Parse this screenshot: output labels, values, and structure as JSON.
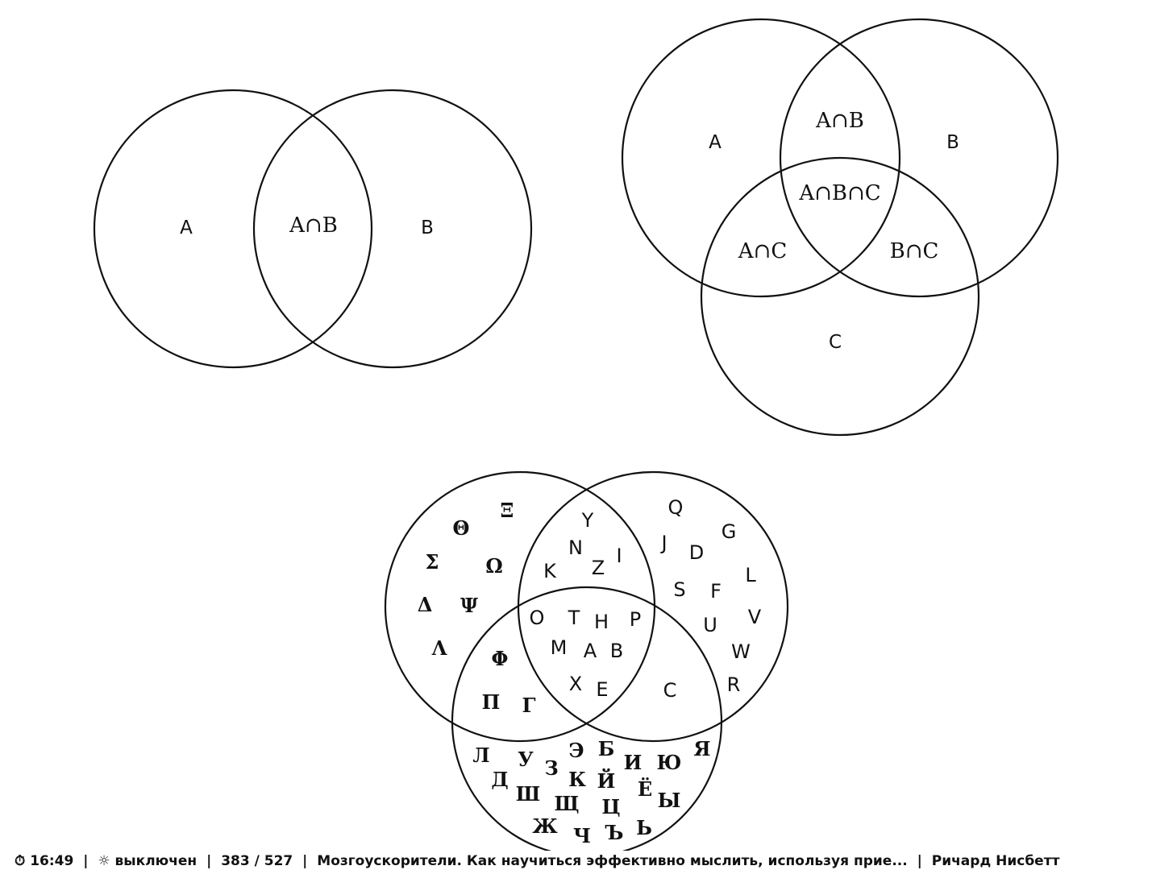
{
  "diagram_two_sets": {
    "label_a": "A",
    "label_ab": "A∩B",
    "label_b": "B"
  },
  "diagram_three_sets": {
    "label_a": "A",
    "label_ab": "A∩B",
    "label_b": "B",
    "label_abc": "A∩B∩C",
    "label_ac": "A∩C",
    "label_bc": "B∩C",
    "label_c": "C"
  },
  "letters_diagram": {
    "greek_only": [
      "Θ",
      "Ξ",
      "Σ",
      "Ω",
      "Δ",
      "Ψ",
      "Λ"
    ],
    "greek_latin": [
      "Y",
      "N",
      "I",
      "K",
      "Z"
    ],
    "latin_only": [
      "Q",
      "J",
      "G",
      "D",
      "L",
      "S",
      "F",
      "U",
      "V",
      "W",
      "R",
      "C"
    ],
    "greek_cyrillic": [
      "Φ",
      "Π",
      "Γ"
    ],
    "all_three": [
      "O",
      "T",
      "H",
      "P",
      "M",
      "A",
      "B",
      "X",
      "E"
    ],
    "cyrillic_only": [
      "Л",
      "У",
      "Э",
      "Б",
      "И",
      "Ю",
      "Я",
      "Д",
      "З",
      "К",
      "Й",
      "Ш",
      "Ё",
      "Ы",
      "Щ",
      "Ц",
      "Ж",
      "Ч",
      "Ъ",
      "Ь"
    ]
  },
  "statusbar": {
    "clock_icon": "clock-icon",
    "time": "16:49",
    "brightness_icon": "sun-icon",
    "backlight": "выключен",
    "page": "383 / 527",
    "book_title": "Мозгоускорители. Как научиться эффективно мыслить, используя прие...",
    "author": "Ричард  Нисбетт"
  }
}
